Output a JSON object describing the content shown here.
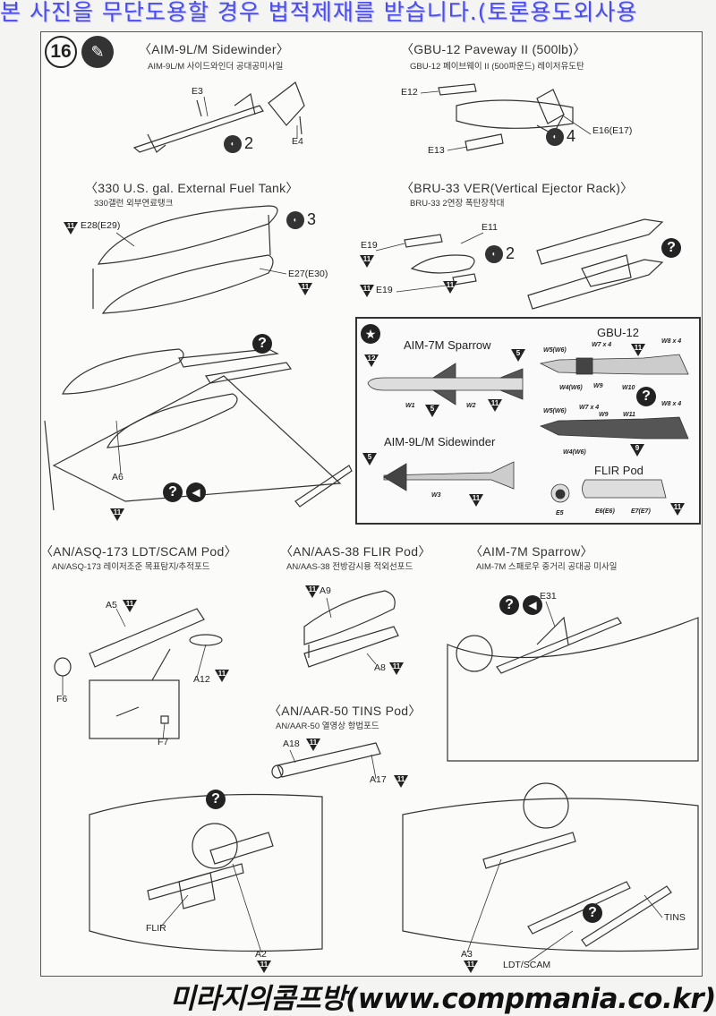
{
  "banner": "본 사진을 무단도용할 경우 법적제재를 받습니다.(토론용도외사용",
  "footer": "미라지의콤프방(www.compmania.co.kr)",
  "step": {
    "number": "16",
    "icon": "glue-icon"
  },
  "sections": [
    {
      "title": "〈AIM-9L/M Sidewinder〉",
      "sub": "AIM-9L/M 사이드와인더 공대공미사일"
    },
    {
      "title": "〈GBU-12 Paveway II (500lb)〉",
      "sub": "GBU-12 페이브웨이 II (500파운드) 레이저유도탄"
    },
    {
      "title": "〈330 U.S. gal. External Fuel Tank〉",
      "sub": "330갤런 외부연료탱크"
    },
    {
      "title": "〈BRU-33 VER(Vertical Ejector Rack)〉",
      "sub": "BRU-33 2연장 폭탄장착대"
    },
    {
      "title": "〈AN/ASQ-173 LDT/SCAM Pod〉",
      "sub": "AN/ASQ-173 레이저조준 목표탐지/추적포드"
    },
    {
      "title": "〈AN/AAS-38 FLIR Pod〉",
      "sub": "AN/AAS-38 전방감시용 적외선포드"
    },
    {
      "title": "〈AIM-7M Sparrow〉",
      "sub": "AIM-7M 스패로우 중거리 공대공 미사일"
    },
    {
      "title": "〈AN/AAR-50 TINS Pod〉",
      "sub": "AN/AAR-50 열영상 항법포드"
    }
  ],
  "parts": [
    "E3",
    "E4",
    "E12",
    "E13",
    "E16(E17)",
    "E28(E29)",
    "E27(E30)",
    "E11",
    "E19",
    "E19",
    "A6",
    "A5",
    "A12",
    "F6",
    "F7",
    "A9",
    "A8",
    "E31",
    "A18",
    "A17",
    "FLIR",
    "A2",
    "A3",
    "TINS",
    "LDT/SCAM"
  ],
  "paint_counts": [
    "2",
    "4",
    "3",
    "2"
  ],
  "paint_icon_label": "decal-water-icon",
  "color_refs": [
    "11",
    "11",
    "11",
    "11",
    "11",
    "11",
    "11",
    "11",
    "11",
    "11",
    "11",
    "11",
    "11",
    "11"
  ],
  "decals": {
    "titles": [
      "AIM-7M Sparrow",
      "GBU-12",
      "AIM-9L/M Sidewinder",
      "FLIR Pod"
    ],
    "items": [
      "W1",
      "W2",
      "W3",
      "W5(W6)",
      "W7 x 4",
      "W8 x 4",
      "W4(W6)",
      "W9",
      "W10",
      "W5(W6)",
      "W7 x 4",
      "W9",
      "W11",
      "W8 x 4",
      "W4(W6)",
      "E5",
      "E6(E6)",
      "E7(E7)"
    ],
    "colors": [
      "12",
      "5",
      "5",
      "11",
      "11",
      "5",
      "11",
      "11",
      "9",
      "11"
    ]
  }
}
